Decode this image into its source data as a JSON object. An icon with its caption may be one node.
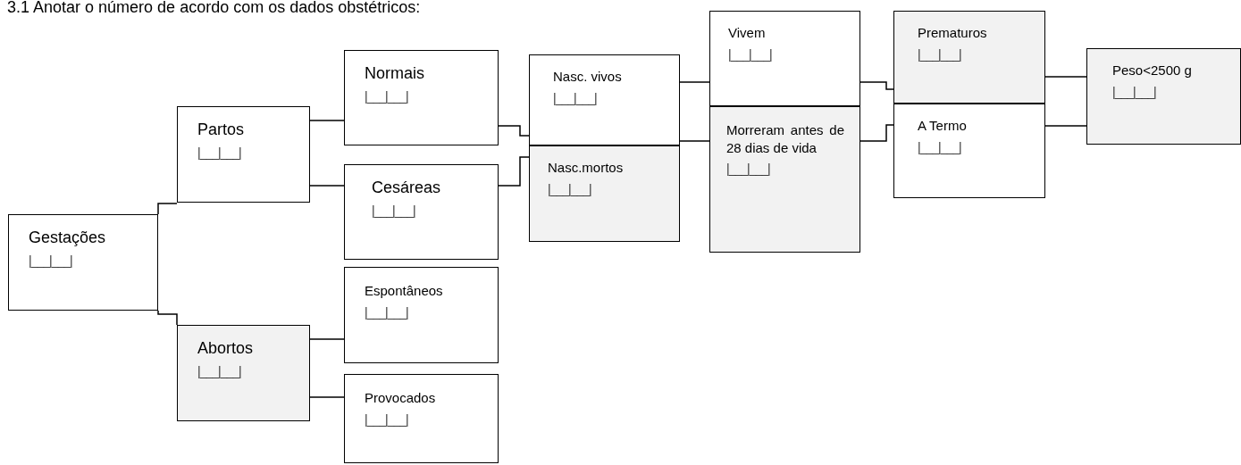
{
  "diagram": {
    "title": "3.1 Anotar o número de acordo com os dados obstétricos:",
    "nodes": [
      {
        "text": [
          "Gestações",
          "|___|___|"
        ]
      },
      {
        "text": [
          "Partos",
          "|___|___|"
        ]
      },
      {
        "text": [
          "Abortos",
          "|___|___|"
        ]
      },
      {
        "text": [
          "Normais",
          "|___|___|"
        ]
      },
      {
        "text": [
          "Cesáreas",
          "|___|___|"
        ]
      },
      {
        "text": [
          "Espontâneos",
          "|___|___|"
        ]
      },
      {
        "text": [
          "Provocados",
          "|___|___|"
        ]
      },
      {
        "text": [
          "Nasc. vivos",
          "|___|___|"
        ]
      },
      {
        "text": [
          "Nasc.mortos",
          "|___|___|"
        ]
      },
      {
        "text": [
          "Vivem",
          "|___|___|"
        ]
      },
      {
        "text": [
          "Morreram antes de 28 dias de vida",
          "|___|___|"
        ]
      },
      {
        "text": [
          "Prematuros",
          "|___|___|"
        ]
      },
      {
        "text": [
          "A Termo",
          "|___|___|"
        ]
      },
      {
        "text": [
          "Peso<2500 g",
          "|___|___|"
        ]
      }
    ],
    "edges": [
      {
        "from": 0,
        "to": 1,
        "arrow": "none"
      },
      {
        "from": 0,
        "to": 2,
        "arrow": "none"
      },
      {
        "from": 1,
        "to": 3,
        "arrow": "none"
      },
      {
        "from": 1,
        "to": 4,
        "arrow": "none"
      },
      {
        "from": 2,
        "to": 5,
        "arrow": "none"
      },
      {
        "from": 2,
        "to": 6,
        "arrow": "none"
      },
      {
        "from": 3,
        "to": 7,
        "arrow": "none"
      },
      {
        "from": 4,
        "to": 8,
        "arrow": "none"
      },
      {
        "from": 7,
        "to": 9,
        "arrow": "none"
      },
      {
        "from": 7,
        "to": 10,
        "arrow": "none"
      },
      {
        "from": 9,
        "to": 11,
        "arrow": "none"
      },
      {
        "from": 10,
        "to": 12,
        "arrow": "none"
      },
      {
        "from": 11,
        "to": 13,
        "arrow": "none"
      },
      {
        "from": 12,
        "to": 13,
        "arrow": "none"
      }
    ]
  }
}
